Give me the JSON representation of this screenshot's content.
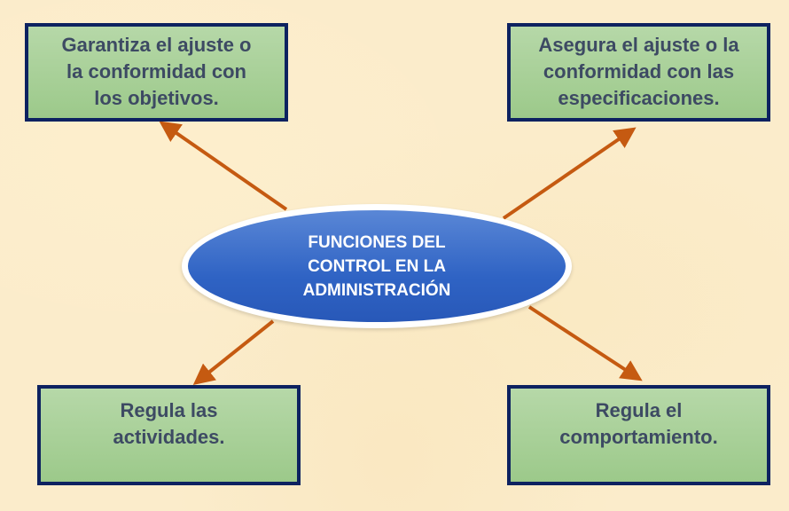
{
  "diagram": {
    "center": {
      "lines": [
        "FUNCIONES DEL",
        "CONTROL EN LA",
        "ADMINISTRACIÓN"
      ]
    },
    "nodes": [
      {
        "position": "top-left",
        "lines": [
          "Garantiza el ajuste o",
          "la conformidad con",
          "los objetivos."
        ]
      },
      {
        "position": "top-right",
        "lines": [
          "Asegura el ajuste o la",
          "conformidad con las",
          "especificaciones."
        ]
      },
      {
        "position": "bottom-left",
        "lines": [
          "Regula las",
          "actividades."
        ]
      },
      {
        "position": "bottom-right",
        "lines": [
          "Regula el",
          "comportamiento."
        ]
      }
    ],
    "colors": {
      "background": "#fbeccb",
      "box_fill": "#a8d096",
      "box_border": "#0d2260",
      "box_text": "#3d4a63",
      "ellipse_fill": "#3366c6",
      "ellipse_text": "#ffffff",
      "arrow": "#c55a11"
    }
  }
}
